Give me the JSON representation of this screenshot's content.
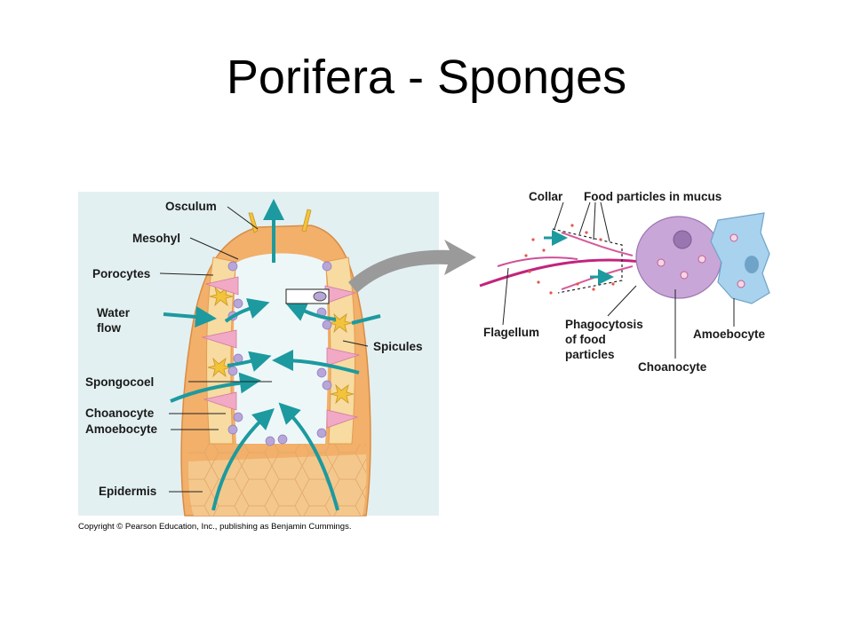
{
  "title": "Porifera - Sponges",
  "sponge_labels": {
    "osculum": "Osculum",
    "mesohyl": "Mesohyl",
    "porocytes": "Porocytes",
    "water_flow_1": "Water",
    "water_flow_2": "flow",
    "spicules": "Spicules",
    "spongocoel": "Spongocoel",
    "choanocyte": "Choanocyte",
    "amoebocyte": "Amoebocyte",
    "epidermis": "Epidermis"
  },
  "cell_labels": {
    "collar": "Collar",
    "food_particles": "Food particles in mucus",
    "flagellum": "Flagellum",
    "phagocytosis_1": "Phagocytosis",
    "phagocytosis_2": "of food",
    "phagocytosis_3": "particles",
    "amoebocyte": "Amoebocyte",
    "choanocyte": "Choanocyte"
  },
  "copyright": "Copyright © Pearson Education, Inc., publishing as Benjamin Cummings.",
  "colors": {
    "panel_bg": "#e3f0f1",
    "sponge_body": "#f2b06a",
    "epidermis": "#f4c88c",
    "mesohyl": "#f7dba0",
    "choanocyte": "#b8a6d9",
    "flow_arrow": "#1c9a9f",
    "spicule": "#f3c33a",
    "porocyte": "#f1a9c6",
    "cell_body": "#c9a6d8",
    "amoebocyte_cell": "#a9d2ee",
    "transition_arrow": "#9a9a9a"
  }
}
